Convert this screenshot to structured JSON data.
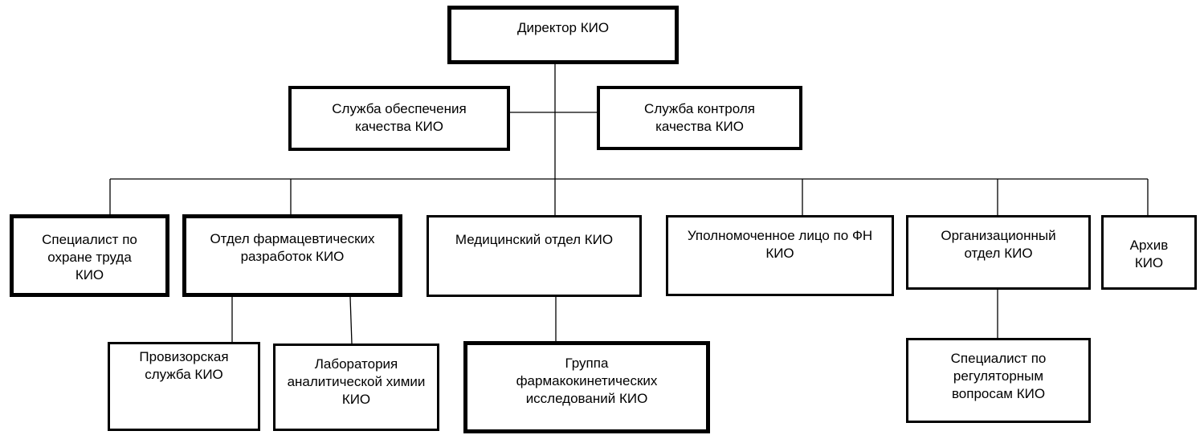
{
  "diagram": {
    "director": "Директор КИО",
    "qa_service": "Служба обеспечения\nкачества КИО",
    "qc_service": "Служба контроля\nкачества КИО",
    "labor_safety": "Специалист по\nохране труда\nКИО",
    "pharm_dev": "Отдел фармацевтических\nразработок КИО",
    "medical": "Медицинский отдел КИО",
    "qualified_person": "Уполномоченное лицо по ФН\nКИО",
    "organizational": "Организационный\nотдел КИО",
    "archive": "Архив\nКИО",
    "pharmacist_service": "Провизорская\nслужба КИО",
    "analytical_lab": "Лаборатория\nаналитической химии\nКИО",
    "pk_group": "Группа\nфармакокинетических\nисследований КИО",
    "regulatory": "Специалист по\nрегуляторным\nвопросам КИО"
  }
}
